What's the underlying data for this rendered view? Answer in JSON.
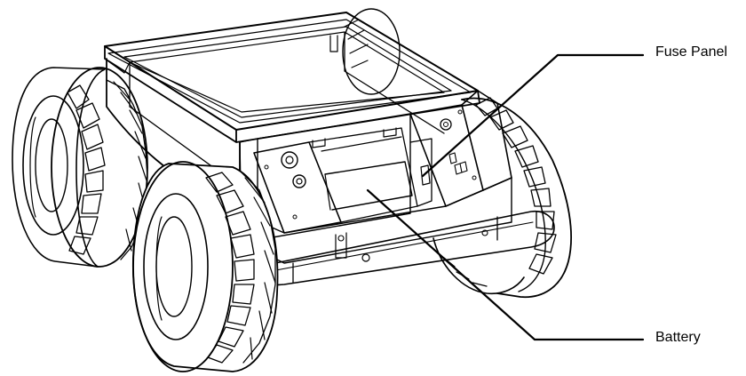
{
  "labels": {
    "fuse_panel": "Fuse Panel",
    "battery": "Battery"
  },
  "colors": {
    "line": "#000000",
    "background": "#ffffff"
  },
  "icons": {
    "robot": "mobile-robot-chassis-drawing"
  }
}
